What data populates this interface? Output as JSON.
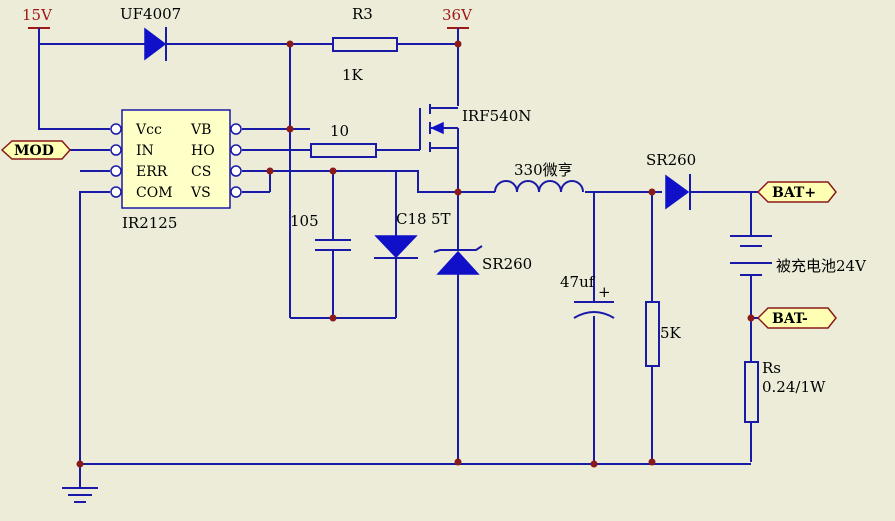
{
  "power": {
    "v15": "15V",
    "v36": "36V"
  },
  "chip": {
    "name": "IR2125",
    "pins_left": [
      "Vcc",
      "IN",
      "ERR",
      "COM"
    ],
    "pins_right": [
      "VB",
      "HO",
      "CS",
      "VS"
    ]
  },
  "components": {
    "diode_top": "UF4007",
    "r3_ref": "R3",
    "r3_value": "1K",
    "r_gate": "10",
    "mosfet": "IRF540N",
    "cap_boot": "105",
    "zener": "C18",
    "zener_extra": "5T",
    "freewheel": "SR260",
    "inductor": "330微亨",
    "cap_out": "47uf",
    "cap_plus": "+",
    "diode_out": "SR260",
    "r_5k": "5K",
    "battery": "被充电池24V",
    "rs_ref": "Rs",
    "rs_value": "0.24/1W"
  },
  "ports": {
    "mod": "MOD",
    "bat_plus": "BAT+",
    "bat_minus": "BAT-"
  },
  "colors": {
    "background": "#ececd8",
    "wire": "#1a1aa8",
    "power_label": "#a01818",
    "chip_fill": "#ffffc8",
    "port_fill": "#ffffb4"
  }
}
